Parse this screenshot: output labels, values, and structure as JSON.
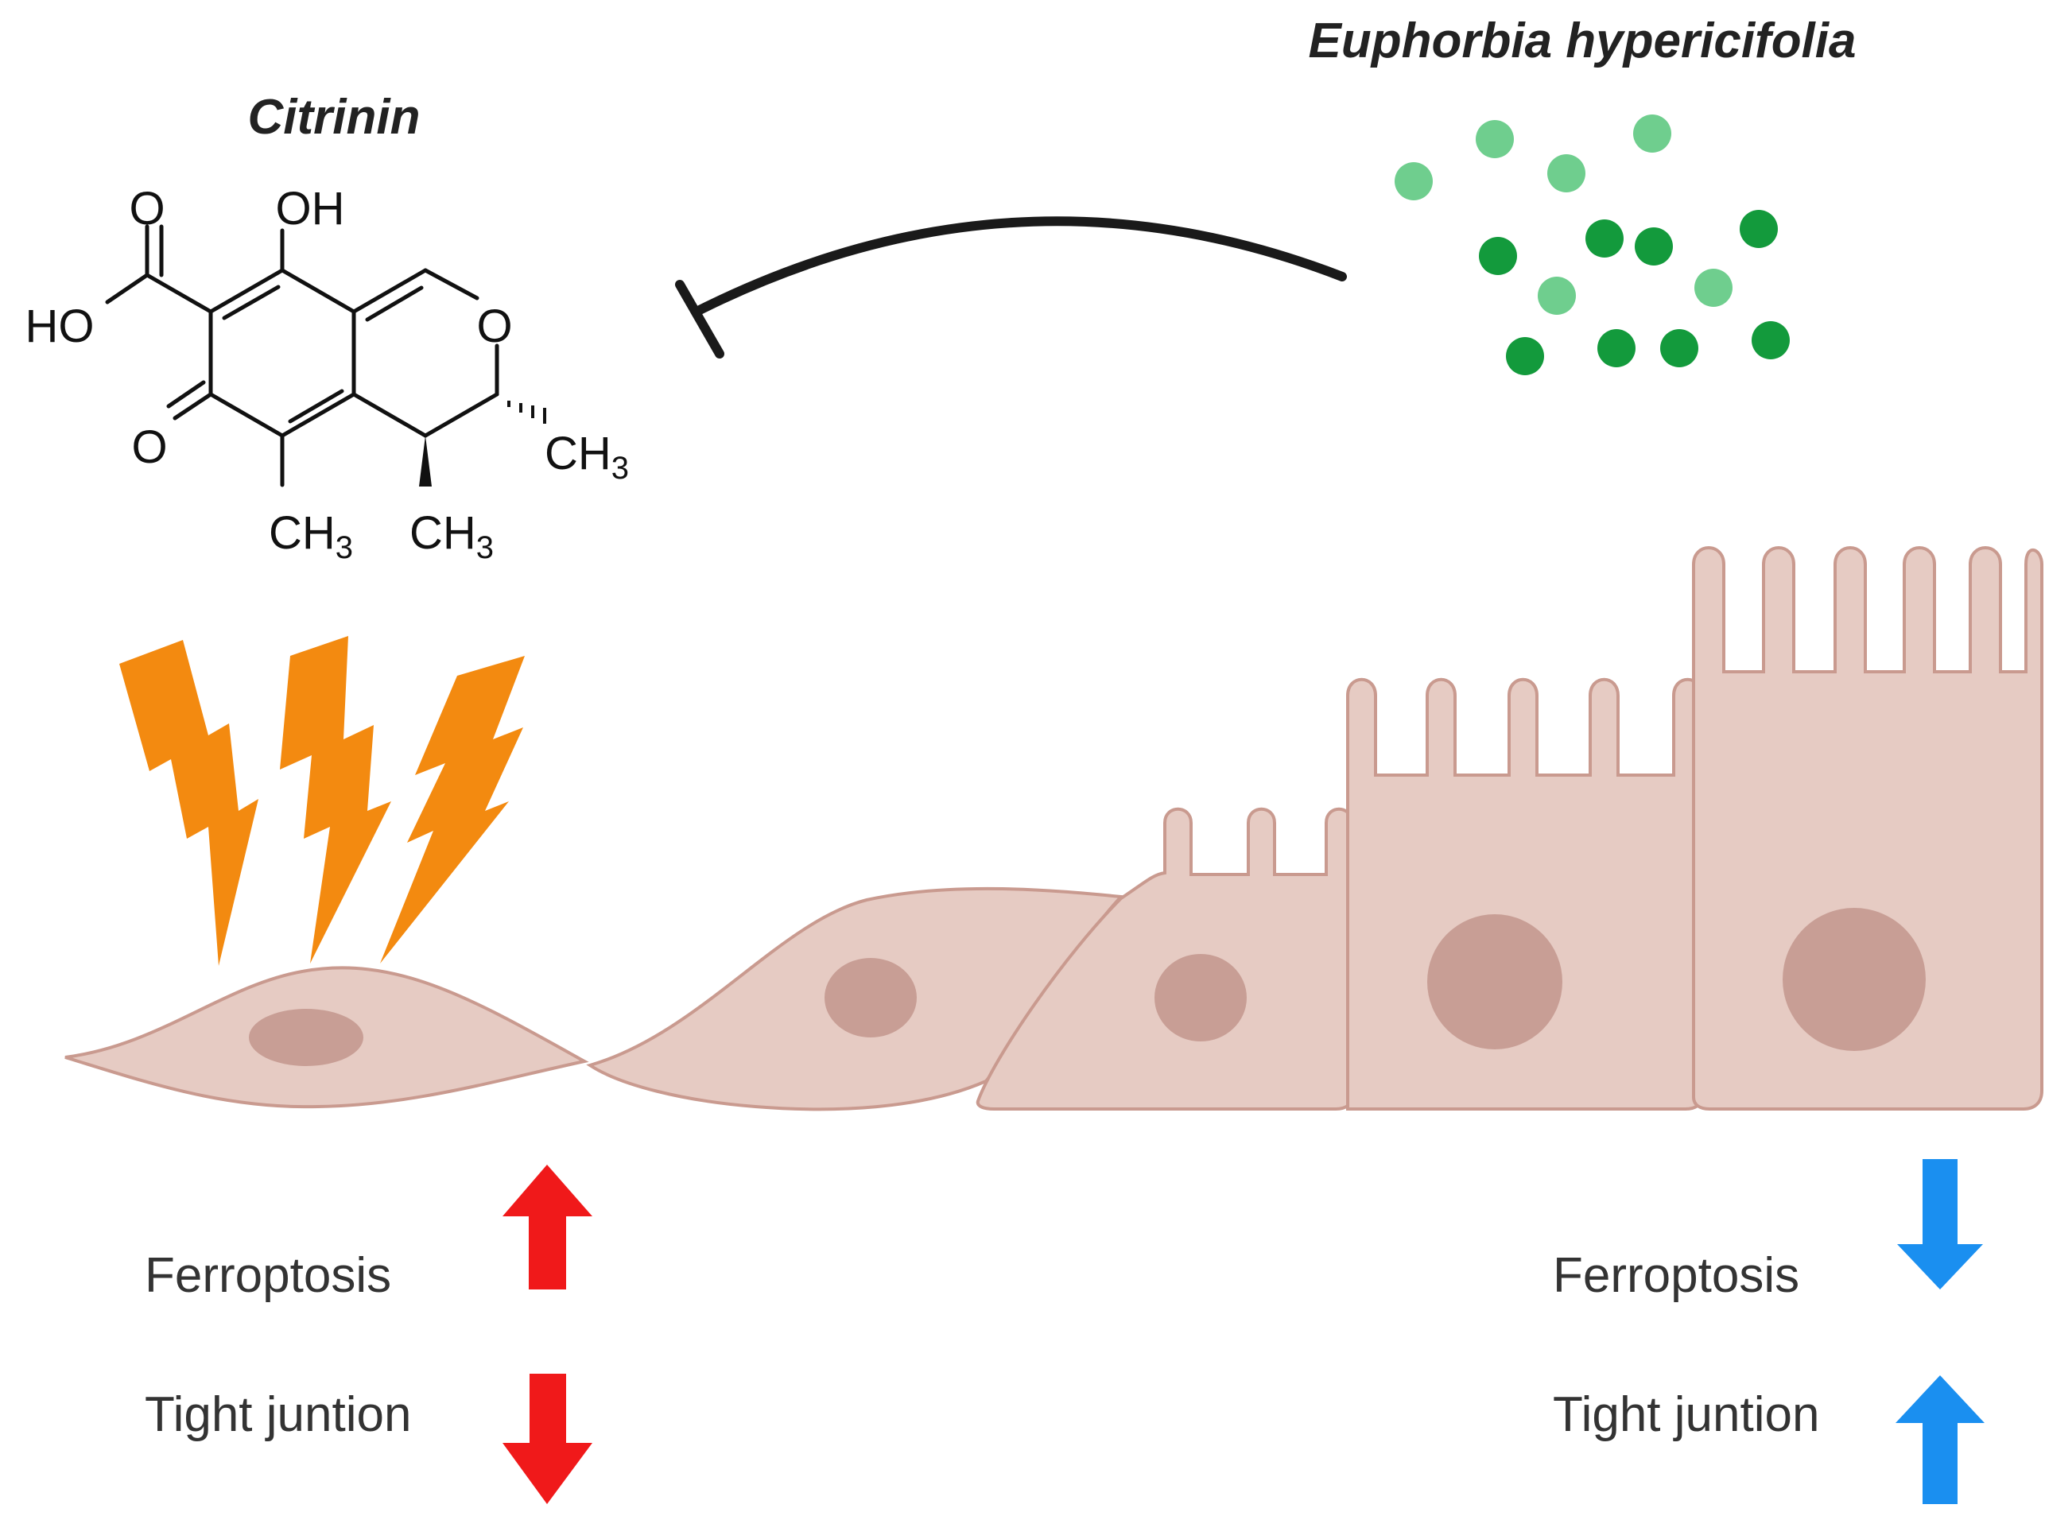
{
  "compound": {
    "title": "Citrinin",
    "atoms": {
      "carbonyl_o": "O",
      "hydroxyl_top": "OH",
      "hydroxyl_acid": "HO",
      "ring_o": "O",
      "ketone_o": "O",
      "methyl_right": "CH",
      "methyl_bottom_left": "CH",
      "methyl_bottom_right": "CH",
      "subscript": "3"
    }
  },
  "plant": {
    "title": "Euphorbia hypericifolia"
  },
  "left_effects": {
    "ferroptosis": "Ferroptosis",
    "tight_junction": "Tight juntion"
  },
  "right_effects": {
    "ferroptosis": "Ferroptosis",
    "tight_junction": "Tight juntion"
  },
  "colors": {
    "lightning": "#f38a10",
    "cell_fill": "#e6cbc3",
    "cell_stroke": "#c99a8f",
    "nucleus": "#c89e95",
    "dot_light": "#6fce8e",
    "dot_dark": "#139a3c",
    "arrow_red": "#f0191a",
    "arrow_blue": "#1a8ff0",
    "inhibit_line": "#1a1a1a"
  }
}
